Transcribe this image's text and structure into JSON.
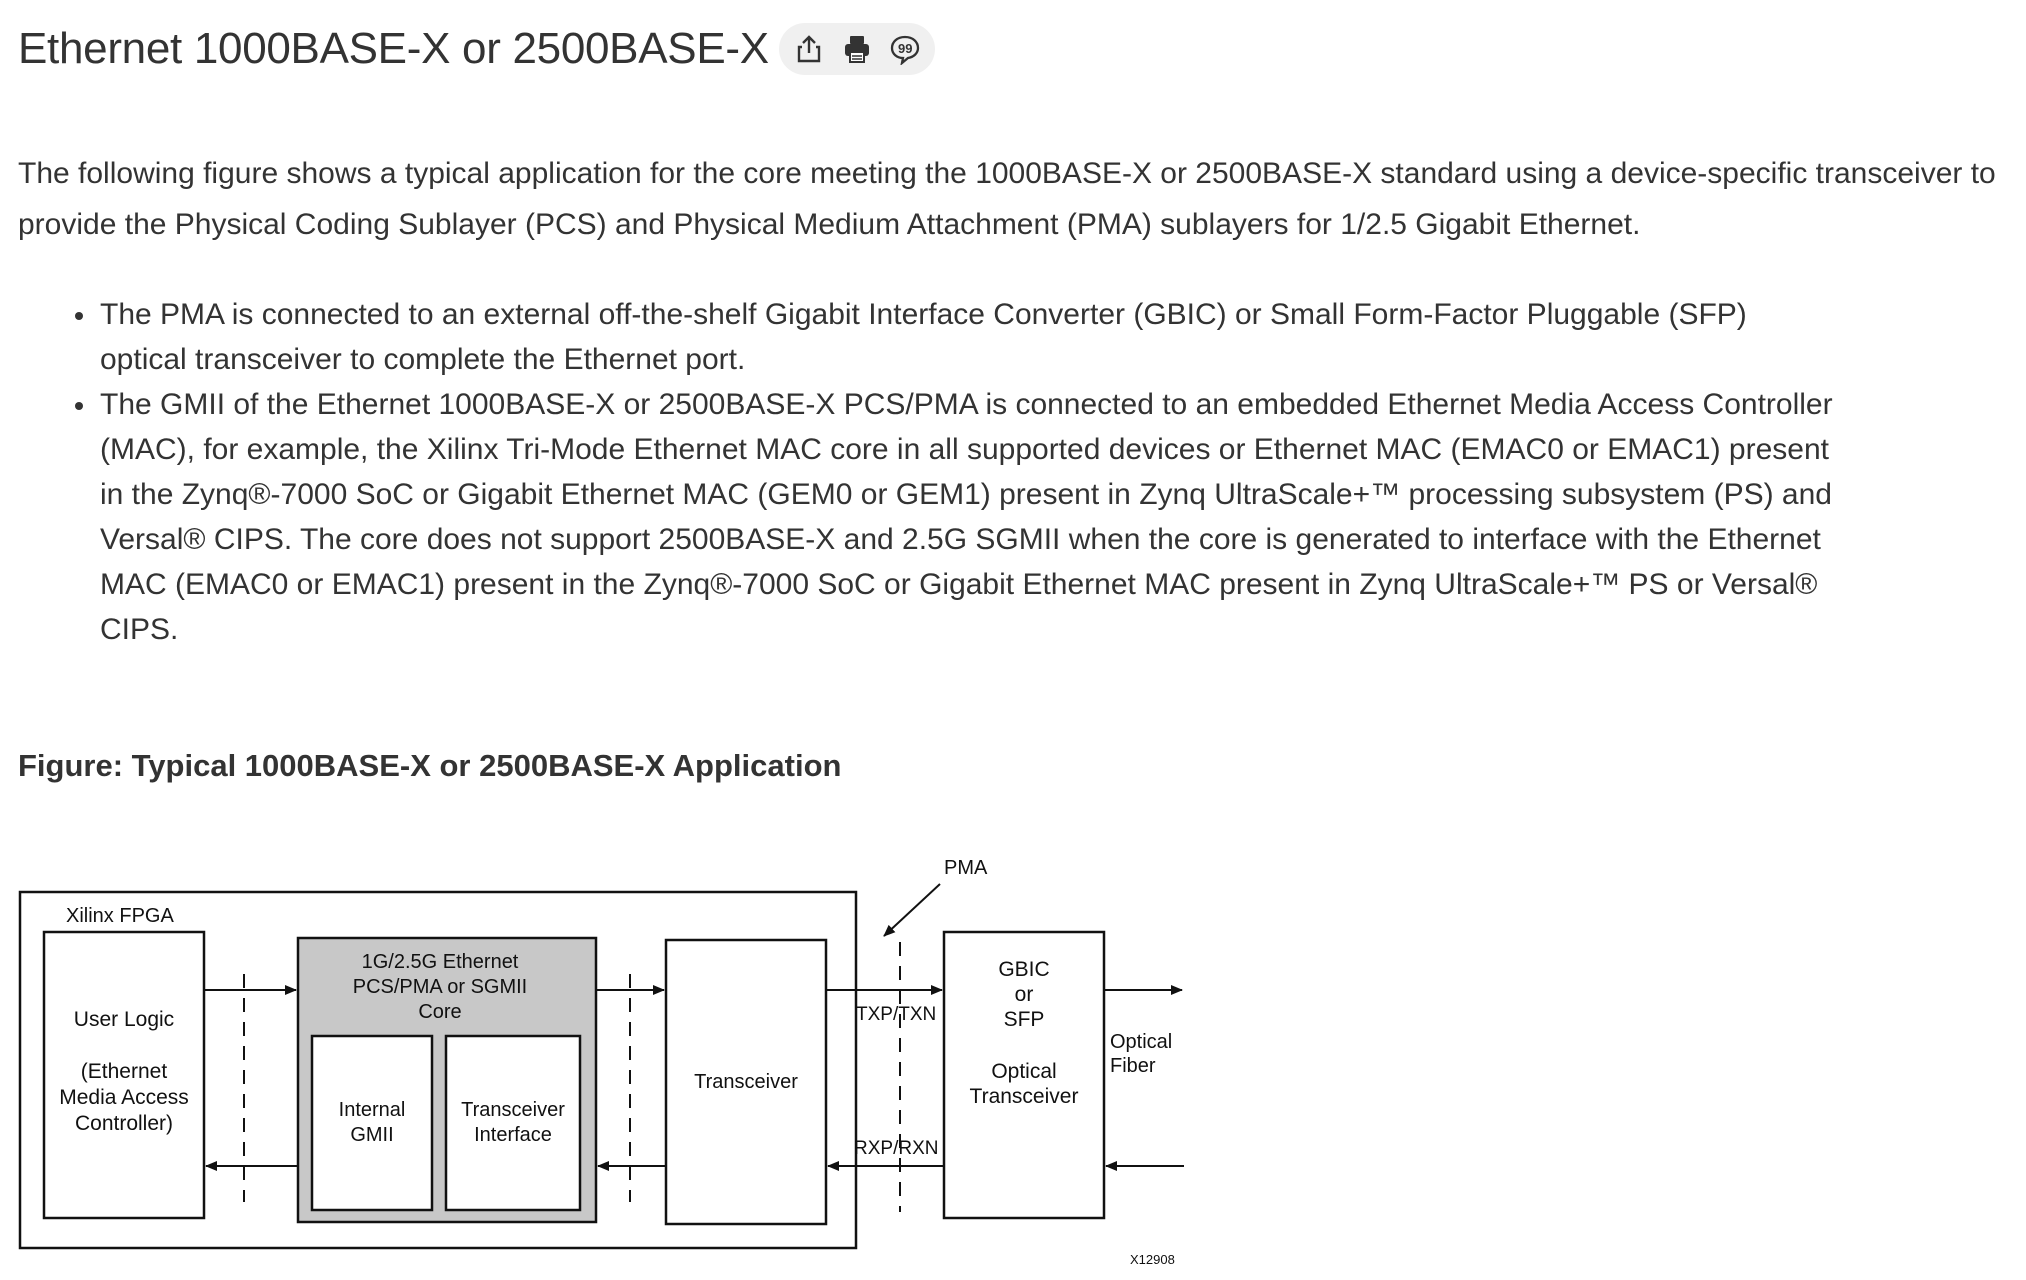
{
  "page": {
    "title": "Ethernet 1000BASE-X or 2500BASE-X",
    "toolbar": {
      "share_icon": "share-icon",
      "print_icon": "print-icon",
      "feedback_icon": "feedback-icon"
    },
    "intro": "The following figure shows a typical application for the core meeting the 1000BASE-X or 2500BASE-X standard using a device-specific transceiver to provide the Physical Coding Sublayer (PCS) and Physical Medium Attachment (PMA) sublayers for 1/2.5 Gigabit Ethernet.",
    "bullets": [
      "The PMA is connected to an external off-the-shelf Gigabit Interface Converter (GBIC) or Small Form-Factor Pluggable (SFP) optical transceiver to complete the Ethernet port.",
      "The GMII of the Ethernet 1000BASE-X or 2500BASE-X PCS/PMA is connected to an embedded Ethernet Media Access Controller (MAC), for example, the Xilinx Tri-Mode Ethernet MAC core in all supported devices or Ethernet MAC (EMAC0 or EMAC1) present in the Zynq®-7000 SoC or Gigabit Ethernet MAC (GEM0 or GEM1) present in Zynq UltraScale+™ processing subsystem (PS) and Versal® CIPS. The core does not support 2500BASE-X and 2.5G SGMII when the core is generated to interface with the Ethernet MAC (EMAC0 or EMAC1) present in the Zynq®-7000 SoC or Gigabit Ethernet MAC present in Zynq UltraScale+™ PS or Versal® CIPS."
    ],
    "figure_caption": "Figure: Typical 1000BASE-X or 2500BASE-X Application"
  },
  "diagram": {
    "fpga_label": "Xilinx FPGA",
    "user_logic": [
      "User Logic",
      "(Ethernet",
      "Media Access",
      "Controller)"
    ],
    "core": [
      "1G/2.5G Ethernet",
      "PCS/PMA or SGMII",
      "Core"
    ],
    "internal_gmii": [
      "Internal",
      "GMII"
    ],
    "transceiver_interface": [
      "Transceiver",
      "Interface"
    ],
    "transceiver": "Transceiver",
    "pma_label": "PMA",
    "txp_txn": "TXP/TXN",
    "rxp_rxn": "RXP/RXN",
    "gbic": [
      "GBIC",
      "or",
      "SFP"
    ],
    "optical_transceiver": [
      "Optical",
      "Transceiver"
    ],
    "optical_fiber": [
      "Optical",
      "Fiber"
    ],
    "figure_id": "X12908",
    "core_fill": "#c8c8c8"
  }
}
